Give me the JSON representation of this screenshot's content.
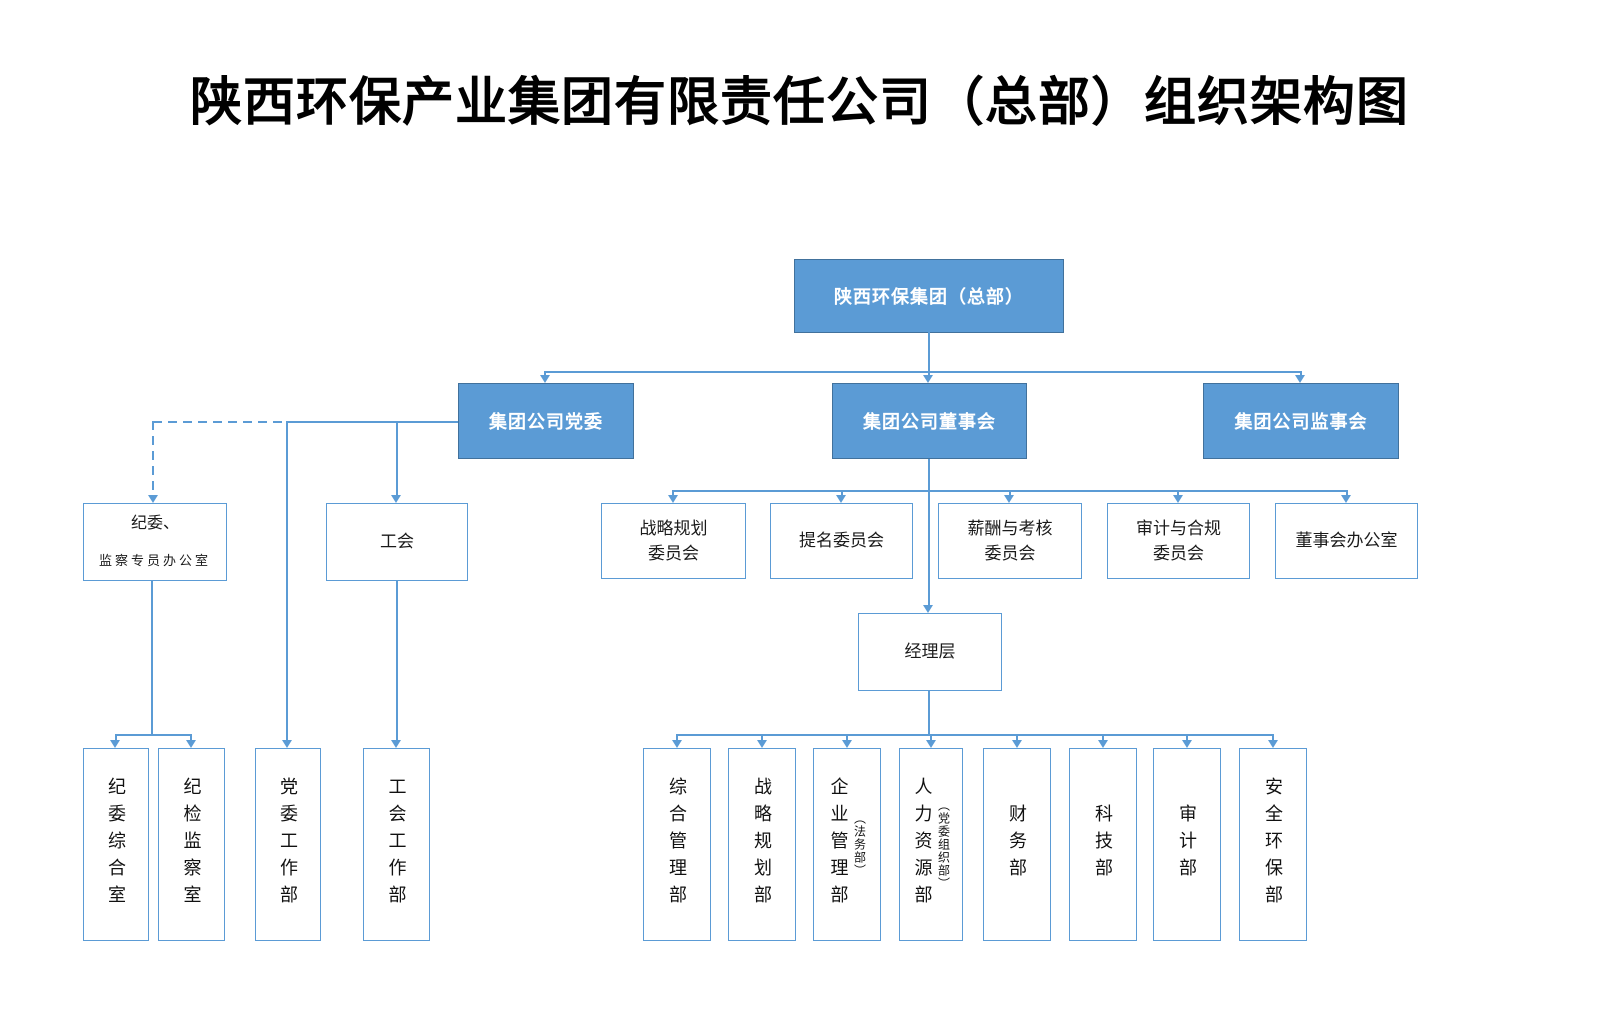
{
  "title": "陕西环保产业集团有限责任公司（总部）组织架构图",
  "colors": {
    "accent": "#5B9BD5",
    "accent_dark": "#41719C",
    "box_text": "#1A1A1A",
    "header_text": "#FFFFFF"
  },
  "nodes": {
    "root": {
      "label": "陕西环保集团（总部）"
    },
    "party": {
      "label": "集团公司党委"
    },
    "board": {
      "label": "集团公司董事会"
    },
    "supervisory": {
      "label": "集团公司监事会"
    },
    "discipline": {
      "line1": "纪委、",
      "line2": "监察专员办公室"
    },
    "union": {
      "label": "工会"
    },
    "management": {
      "label": "经理层"
    },
    "committees": [
      {
        "line1": "战略规划",
        "line2": "委员会"
      },
      {
        "line1": "提名委员会"
      },
      {
        "line1": "薪酬与考核",
        "line2": "委员会"
      },
      {
        "line1": "审计与合规",
        "line2": "委员会"
      },
      {
        "line1": "董事会办公室"
      }
    ],
    "party_departments": [
      {
        "label": "纪委综合室"
      },
      {
        "label": "纪检监察室"
      },
      {
        "label": "党委工作部"
      },
      {
        "label": "工会工作部"
      }
    ],
    "departments": [
      {
        "label": "综合管理部"
      },
      {
        "label": "战略规划部"
      },
      {
        "label": "企业管理部",
        "note": "（法务部）"
      },
      {
        "label": "人力资源部",
        "note": "（党委组织部）"
      },
      {
        "label": "财务部"
      },
      {
        "label": "科技部"
      },
      {
        "label": "审计部"
      },
      {
        "label": "安全环保部"
      }
    ]
  }
}
